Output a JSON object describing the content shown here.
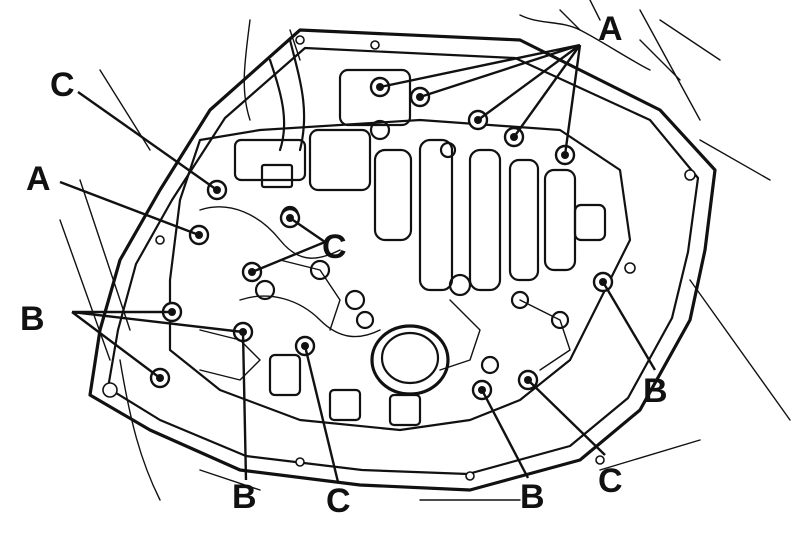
{
  "labels": {
    "a_top": "A",
    "a_left": "A",
    "c_top_left": "C",
    "c_mid": "C",
    "b_left": "B",
    "b_right": "B",
    "b_bottom_left": "B",
    "c_bottom": "C",
    "b_bottom_right": "B",
    "c_bottom_right": "C"
  }
}
